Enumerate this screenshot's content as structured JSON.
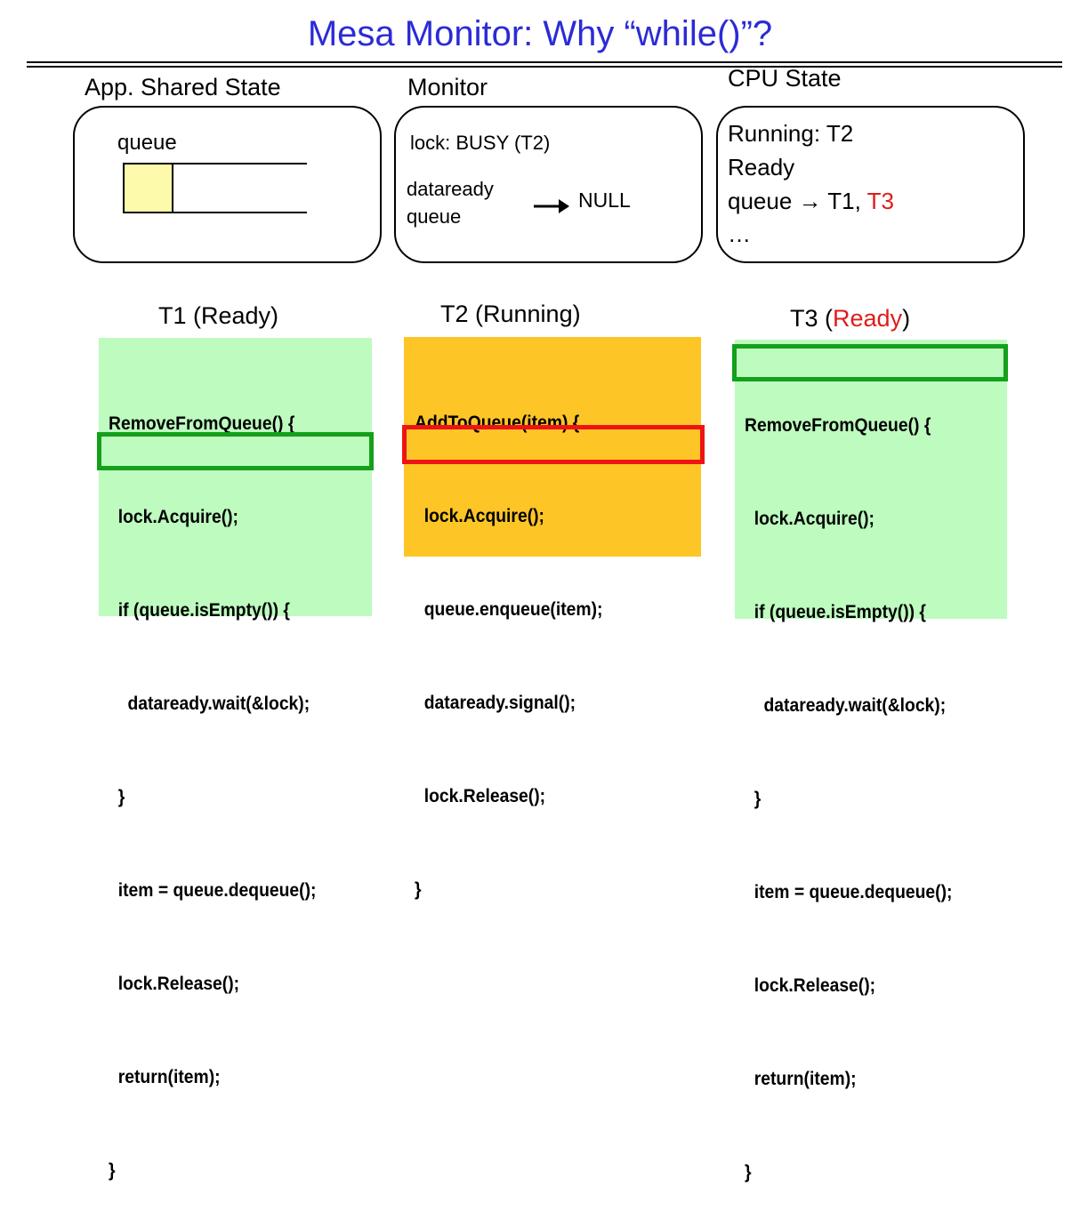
{
  "title": "Mesa Monitor: Why “while()”?",
  "panels": {
    "shared": {
      "label": "App. Shared State",
      "queue_label": "queue"
    },
    "monitor": {
      "label": "Monitor",
      "lock": "lock: BUSY (T2)",
      "dataready_1": "dataready",
      "dataready_2": "queue",
      "null_label": "NULL"
    },
    "cpu": {
      "label": "CPU State",
      "running": "Running: T2",
      "ready": "Ready",
      "queue_prefix": "queue → T1,",
      "queue_t3": "T3",
      "ellipsis": "…"
    }
  },
  "threads": {
    "t1": {
      "name": "T1 (Ready)",
      "code": [
        "RemoveFromQueue() {",
        "  lock.Acquire();",
        "  if (queue.isEmpty()) {",
        "    dataready.wait(&lock);",
        "  }",
        "  item = queue.dequeue();",
        "  lock.Release();",
        "  return(item);",
        "}"
      ]
    },
    "t2": {
      "name": "T2 (Running)",
      "code": [
        "AddToQueue(item) {",
        "  lock.Acquire();",
        "  queue.enqueue(item);",
        "  dataready.signal();",
        "  lock.Release();",
        "}"
      ]
    },
    "t3": {
      "name_prefix": "T3 (",
      "name_status": "Ready",
      "name_suffix": ")",
      "code": [
        "RemoveFromQueue() {",
        "  lock.Acquire();",
        "  if (queue.isEmpty()) {",
        "    dataready.wait(&lock);",
        "  }",
        "  item = queue.dequeue();",
        "  lock.Release();",
        "  return(item);",
        "}"
      ]
    }
  },
  "colors": {
    "title": "#2b2bd6",
    "code_green_bg": "#bdfbbf",
    "code_orange_bg": "#fdc526",
    "highlight_green": "#14a01a",
    "highlight_red": "#ee1414",
    "red_text": "#e01b1b",
    "queue_slot": "#fdfaab"
  }
}
